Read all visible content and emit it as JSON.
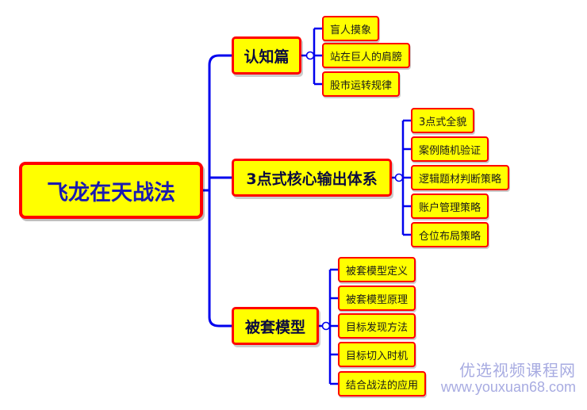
{
  "root": {
    "label": "飞龙在天战法"
  },
  "branches": [
    {
      "label": "认知篇",
      "children": [
        "盲人摸象",
        "站在巨人的肩膀",
        "股市运转规律"
      ]
    },
    {
      "label": "3点式核心输出体系",
      "children": [
        "3点式全貌",
        "案例随机验证",
        "逻辑题材判断策略",
        "账户管理策略",
        "仓位布局策略"
      ]
    },
    {
      "label": "被套模型",
      "children": [
        "被套模型定义",
        "被套模型原理",
        "目标发现方法",
        "目标切入时机",
        "结合战法的应用"
      ]
    }
  ],
  "watermark": {
    "site_name": "优选视频课程网",
    "url": "www.youxuan68.com"
  },
  "colors": {
    "node_fill": "#ffff00",
    "node_border": "#ff0000",
    "connector": "#0000ee",
    "root_text": "#1a1ab0"
  }
}
